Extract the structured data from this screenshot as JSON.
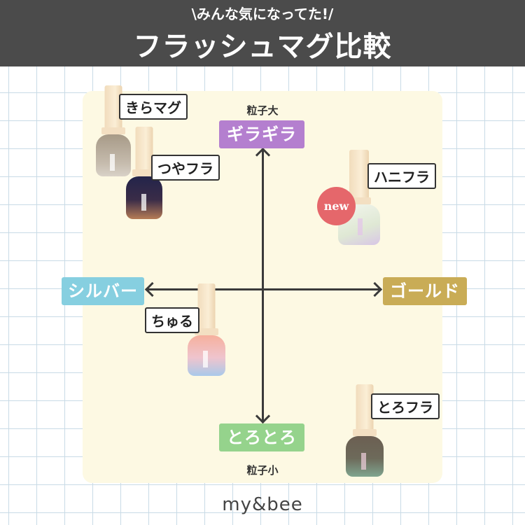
{
  "header": {
    "subtitle": "\\みんな気になってた!/",
    "title": "フラッシュマグ比較"
  },
  "axes": {
    "top": {
      "label": "ギラギラ",
      "note": "粒子大",
      "color": "#b47fcf"
    },
    "bottom": {
      "label": "とろとろ",
      "note": "粒子小",
      "color": "#95d38c"
    },
    "left": {
      "label": "シルバー",
      "color": "#86cfe0"
    },
    "right": {
      "label": "ゴールド",
      "color": "#c9ac56"
    }
  },
  "products": [
    {
      "name": "きらマグ",
      "body_color": "#b2a796",
      "brand": "my&bee"
    },
    {
      "name": "つやフラ",
      "body_color": "#27284a",
      "brand": "my&bee"
    },
    {
      "name": "ハニフラ",
      "body_color": "#e9eee0",
      "brand": "my&bee",
      "badge": "new"
    },
    {
      "name": "ちゅる",
      "body_color": "#f2b4a8",
      "brand": "my&bee"
    },
    {
      "name": "とろフラ",
      "body_color": "#6f6456",
      "brand": "my&bee"
    }
  ],
  "footer": {
    "logo": "my&bee"
  }
}
